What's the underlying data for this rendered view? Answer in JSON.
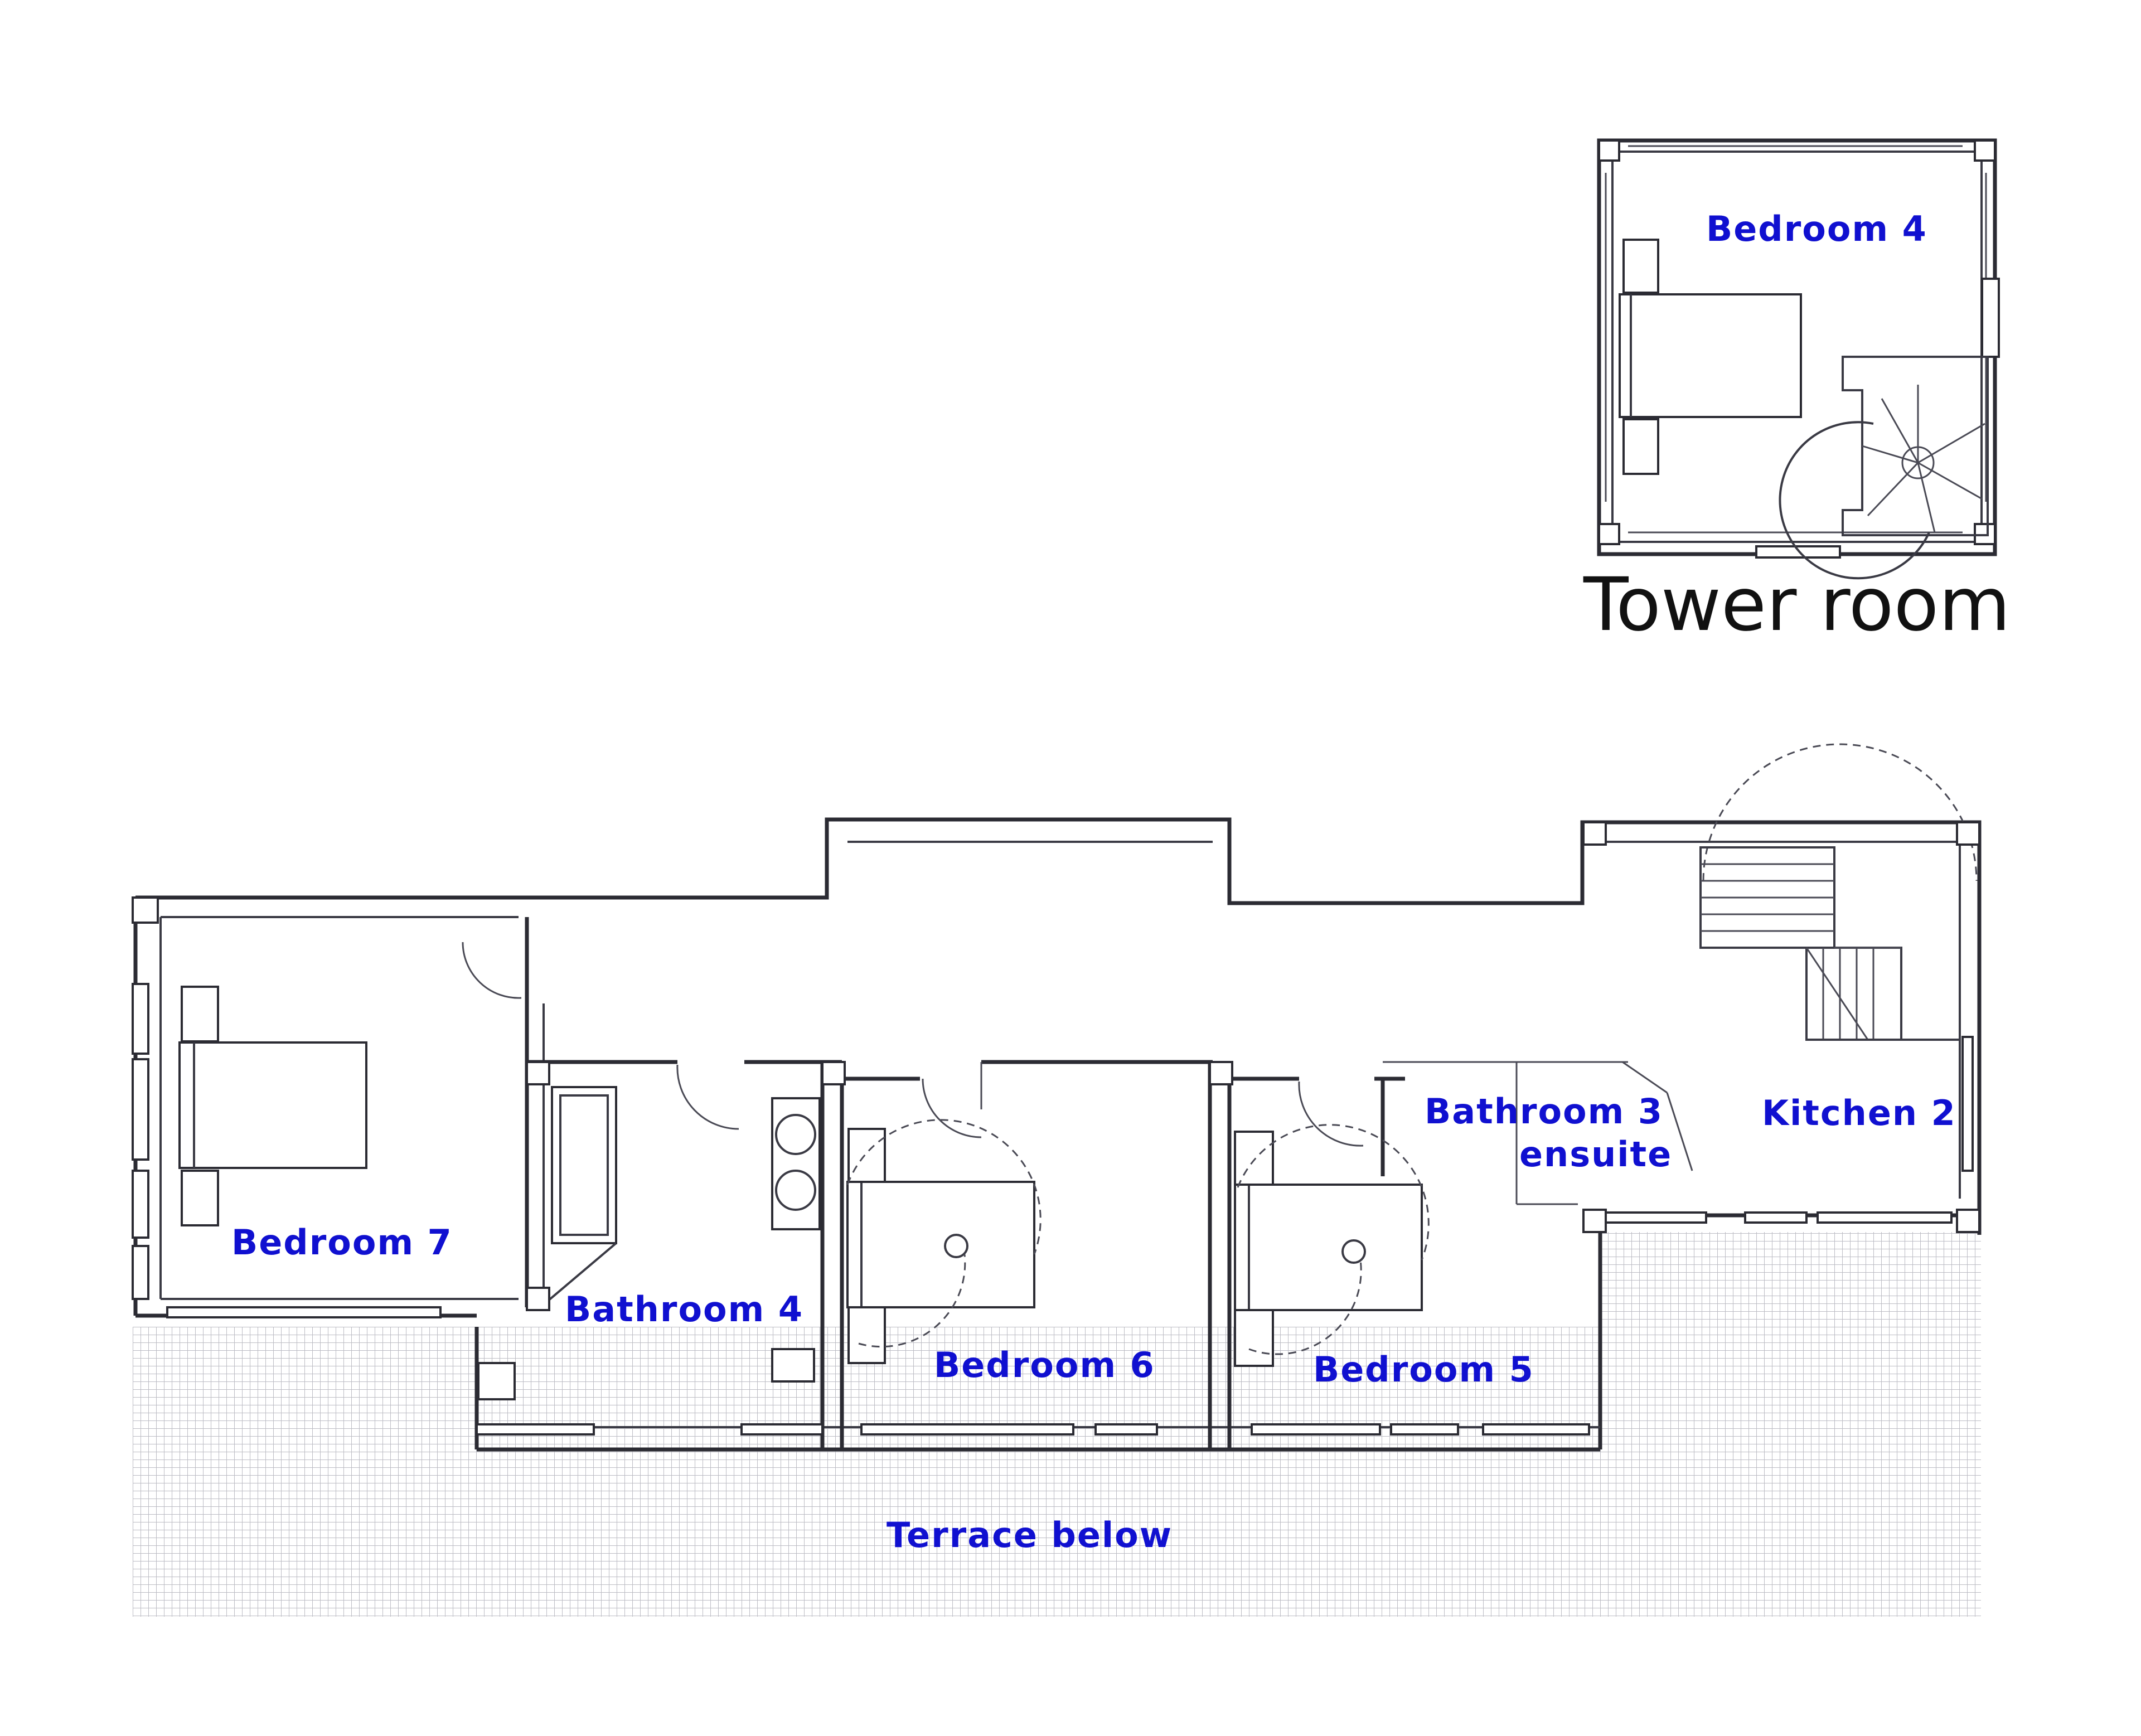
{
  "tower": {
    "title": "Tower room",
    "bedroom_label": "Bedroom 4"
  },
  "rooms": {
    "bedroom7": "Bedroom 7",
    "bathroom4": "Bathroom 4",
    "bedroom6": "Bedroom 6",
    "bedroom5": "Bedroom 5",
    "bathroom3_line1": "Bathroom 3",
    "bathroom3_line2": "ensuite",
    "kitchen2": "Kitchen 2",
    "terrace": "Terrace below"
  },
  "colors": {
    "label": "#1010d0",
    "wall": "#2b2b33",
    "terrace_grid": "#bcbcc4"
  }
}
